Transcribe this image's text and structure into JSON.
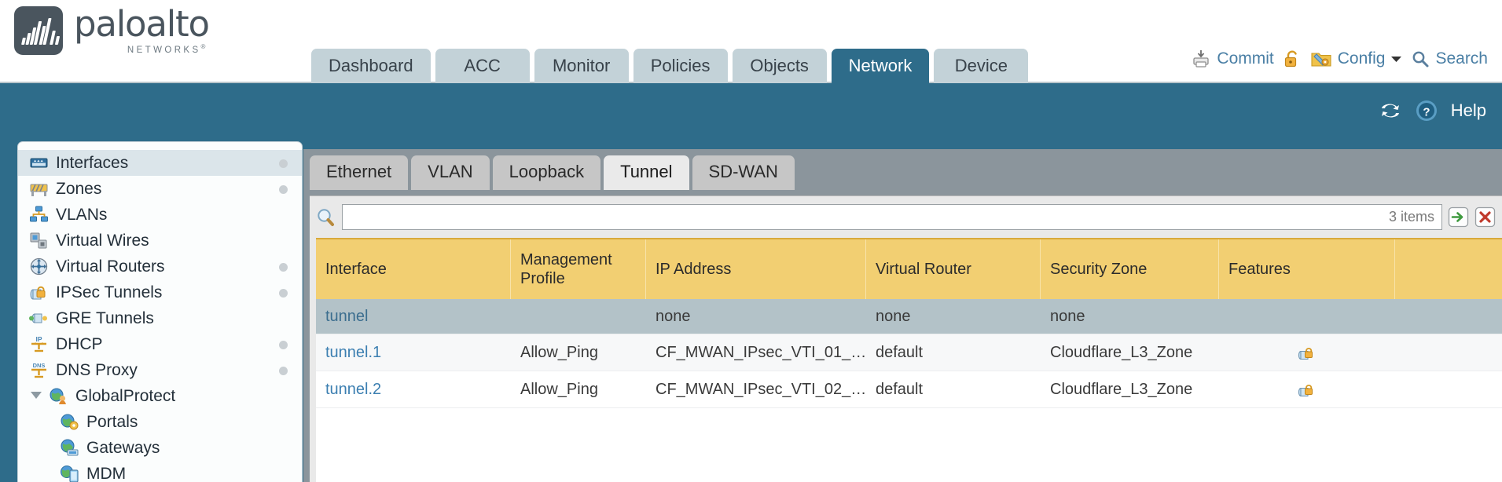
{
  "brand": {
    "name": "paloalto",
    "sub": "NETWORKS",
    "reg": "®"
  },
  "header": {
    "tabs": [
      {
        "label": "Dashboard",
        "active": false,
        "name": "tab-dashboard"
      },
      {
        "label": "ACC",
        "active": false,
        "name": "tab-acc"
      },
      {
        "label": "Monitor",
        "active": false,
        "name": "tab-monitor"
      },
      {
        "label": "Policies",
        "active": false,
        "name": "tab-policies"
      },
      {
        "label": "Objects",
        "active": false,
        "name": "tab-objects"
      },
      {
        "label": "Network",
        "active": true,
        "name": "tab-network"
      },
      {
        "label": "Device",
        "active": false,
        "name": "tab-device"
      }
    ],
    "actions": {
      "commit": "Commit",
      "config": "Config",
      "search": "Search",
      "lock_icon": "lock-icon",
      "commit_icon": "commit-icon",
      "config_icon": "config-icon",
      "search_icon": "search-icon",
      "dropdown_icon": "chevron-down-icon"
    },
    "blue_bar": {
      "help": "Help",
      "refresh_icon": "refresh-icon",
      "help_icon": "help-icon"
    }
  },
  "sidebar": {
    "items": [
      {
        "label": "Interfaces",
        "icon": "interfaces-icon",
        "selected": true,
        "dot": true,
        "level": 0,
        "caret": false,
        "name": "sidebar-item-interfaces"
      },
      {
        "label": "Zones",
        "icon": "zones-icon",
        "selected": false,
        "dot": true,
        "level": 0,
        "caret": false,
        "name": "sidebar-item-zones"
      },
      {
        "label": "VLANs",
        "icon": "vlans-icon",
        "selected": false,
        "dot": false,
        "level": 0,
        "caret": false,
        "name": "sidebar-item-vlans"
      },
      {
        "label": "Virtual Wires",
        "icon": "virtual-wires-icon",
        "selected": false,
        "dot": false,
        "level": 0,
        "caret": false,
        "name": "sidebar-item-virtual-wires"
      },
      {
        "label": "Virtual Routers",
        "icon": "virtual-routers-icon",
        "selected": false,
        "dot": true,
        "level": 0,
        "caret": false,
        "name": "sidebar-item-virtual-routers"
      },
      {
        "label": "IPSec Tunnels",
        "icon": "ipsec-tunnels-icon",
        "selected": false,
        "dot": true,
        "level": 0,
        "caret": false,
        "name": "sidebar-item-ipsec-tunnels"
      },
      {
        "label": "GRE Tunnels",
        "icon": "gre-tunnels-icon",
        "selected": false,
        "dot": false,
        "level": 0,
        "caret": false,
        "name": "sidebar-item-gre-tunnels"
      },
      {
        "label": "DHCP",
        "icon": "dhcp-icon",
        "selected": false,
        "dot": true,
        "level": 0,
        "caret": false,
        "name": "sidebar-item-dhcp"
      },
      {
        "label": "DNS Proxy",
        "icon": "dns-proxy-icon",
        "selected": false,
        "dot": true,
        "level": 0,
        "caret": false,
        "name": "sidebar-item-dns-proxy"
      },
      {
        "label": "GlobalProtect",
        "icon": "globalprotect-icon",
        "selected": false,
        "dot": false,
        "level": 0,
        "caret": true,
        "name": "sidebar-item-globalprotect"
      },
      {
        "label": "Portals",
        "icon": "portals-icon",
        "selected": false,
        "dot": false,
        "level": 1,
        "caret": false,
        "name": "sidebar-item-portals"
      },
      {
        "label": "Gateways",
        "icon": "gateways-icon",
        "selected": false,
        "dot": false,
        "level": 1,
        "caret": false,
        "name": "sidebar-item-gateways"
      },
      {
        "label": "MDM",
        "icon": "mdm-icon",
        "selected": false,
        "dot": false,
        "level": 1,
        "caret": false,
        "name": "sidebar-item-mdm"
      }
    ]
  },
  "content": {
    "subtabs": [
      {
        "label": "Ethernet",
        "active": false,
        "name": "subtab-ethernet"
      },
      {
        "label": "VLAN",
        "active": false,
        "name": "subtab-vlan"
      },
      {
        "label": "Loopback",
        "active": false,
        "name": "subtab-loopback"
      },
      {
        "label": "Tunnel",
        "active": true,
        "name": "subtab-tunnel"
      },
      {
        "label": "SD-WAN",
        "active": false,
        "name": "subtab-sdwan"
      }
    ],
    "search": {
      "value": "",
      "placeholder": "",
      "items_count": "3 items",
      "magnifier_icon": "search-icon",
      "apply_icon": "apply-filter-icon",
      "clear_icon": "clear-filter-icon"
    },
    "table": {
      "columns": [
        "Interface",
        "Management Profile",
        "IP Address",
        "Virtual Router",
        "Security Zone",
        "Features",
        ""
      ],
      "rows": [
        {
          "interface": "tunnel",
          "management_profile": "",
          "ip_address": "none",
          "virtual_router": "none",
          "security_zone": "none",
          "feature_icon": "",
          "selected": true
        },
        {
          "interface": "tunnel.1",
          "management_profile": "Allow_Ping",
          "ip_address": "CF_MWAN_IPsec_VTI_01_…",
          "virtual_router": "default",
          "security_zone": "Cloudflare_L3_Zone",
          "feature_icon": "ipsec-tunnel-icon",
          "selected": false
        },
        {
          "interface": "tunnel.2",
          "management_profile": "Allow_Ping",
          "ip_address": "CF_MWAN_IPsec_VTI_02_…",
          "virtual_router": "default",
          "security_zone": "Cloudflare_L3_Zone",
          "feature_icon": "ipsec-tunnel-icon",
          "selected": false
        }
      ]
    }
  },
  "colors": {
    "brand_blue": "#2e6c8a",
    "tab_inactive": "#c3d2d8",
    "header_yellow": "#f2cf72",
    "link_blue": "#3c7fb1",
    "panel_grey": "#8b959c",
    "logo_dark": "#4a555e"
  }
}
